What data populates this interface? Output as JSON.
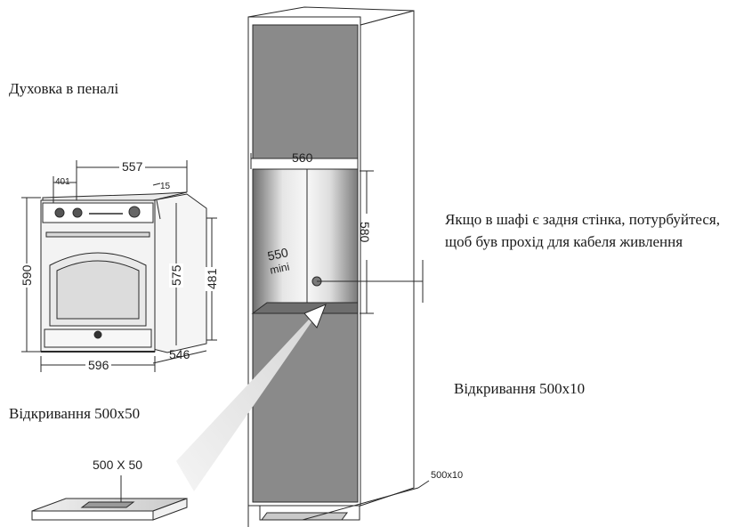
{
  "labels": {
    "oven_in_column": "Духовка в пеналі",
    "opening_500x50": "Відкривання 500х50",
    "opening_500x10": "Відкривання 500х10",
    "cable_note_line1": "Якщо в шафі є задня стінка, потурбуйтеся,",
    "cable_note_line2": "щоб був прохід для кабеля живлення"
  },
  "dimensions": {
    "oven_top_width": "557",
    "oven_knob_offset": "401",
    "oven_depth_small": "15",
    "oven_height_front": "590",
    "oven_height_side": "575",
    "oven_height_rear": "481",
    "oven_front_width": "596",
    "oven_depth": "546",
    "niche_width": "560",
    "niche_height": "580",
    "niche_depth_value": "550",
    "niche_depth_note": "mini",
    "vent_bottom": "500x10",
    "vent_plinth": "500 X 50"
  },
  "colors": {
    "cabinet_fill": "#8a8a8a",
    "line": "#2a2a2a",
    "niche_light": "#f2f2f2",
    "niche_dark": "#7c7c7c",
    "oven_body": "#efefef"
  }
}
